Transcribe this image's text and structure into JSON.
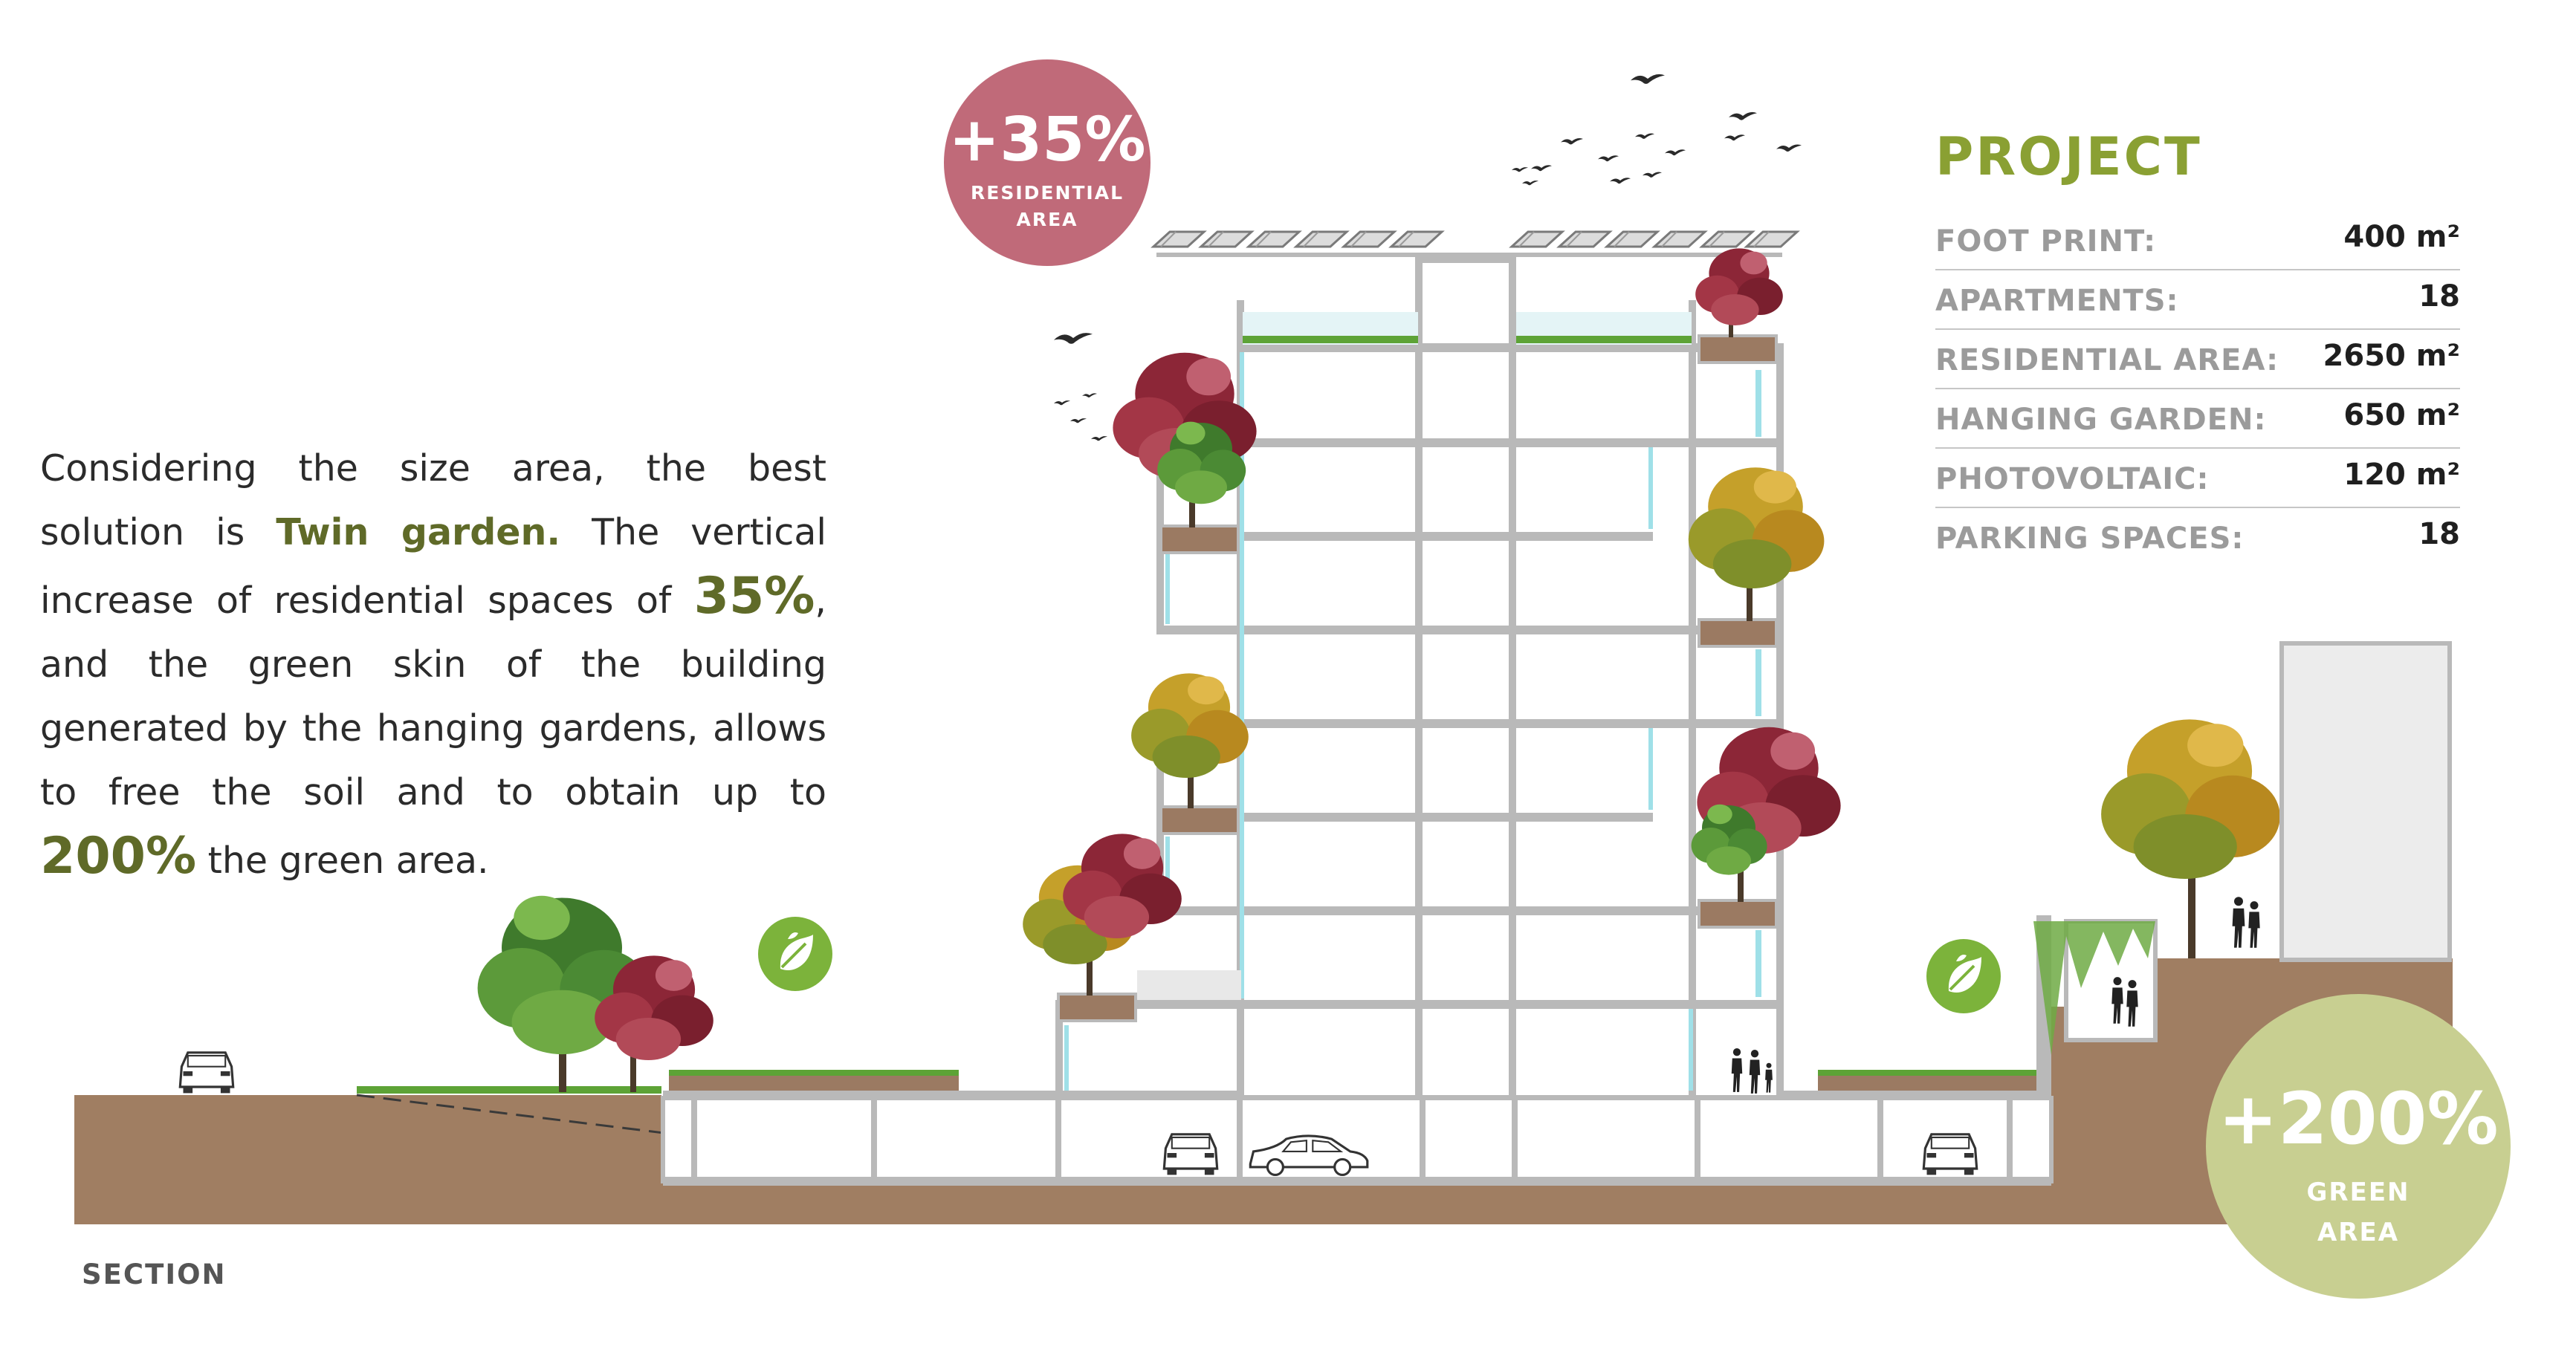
{
  "description": {
    "p1": "Considering the size area, the best solution is ",
    "h1": "Twin garden.",
    "p2": " The vertical  increase of residential spaces of ",
    "h2": "35%",
    "p3": ", and the green skin of the building generated by the hanging gardens, allows to free the soil and to obtain up to ",
    "h3": "200%",
    "p4": " the green area."
  },
  "badge_residential": {
    "value": "+35%",
    "line1": "RESIDENTIAL",
    "line2": "AREA",
    "color": "#c06a79"
  },
  "badge_green": {
    "value": "+200%",
    "line1": "GREEN",
    "line2": "AREA",
    "color": "#c8cf91"
  },
  "project": {
    "title": "PROJECT",
    "rows": [
      {
        "label": "FOOT PRINT:",
        "value": "400 m²"
      },
      {
        "label": "APARTMENTS:",
        "value": "18"
      },
      {
        "label": "RESIDENTIAL AREA:",
        "value": "2650 m²"
      },
      {
        "label": "HANGING GARDEN:",
        "value": "650 m²"
      },
      {
        "label": "PHOTOVOLTAIC:",
        "value": "120 m²"
      },
      {
        "label": "PARKING SPACES:",
        "value": "18"
      }
    ]
  },
  "section_label": "SECTION",
  "colors": {
    "soil": "#a07e62",
    "structure": "#b9b9b9",
    "grass": "#5da336",
    "planter": "#9b7a62",
    "glass": "#9fe0e8",
    "icon": "#7cb33b",
    "title_green": "#8aa033"
  },
  "icons": [
    "bird-icon",
    "car-icon",
    "person-icon",
    "tree-icon",
    "green-leaf-icon",
    "solar-panel-icon"
  ]
}
